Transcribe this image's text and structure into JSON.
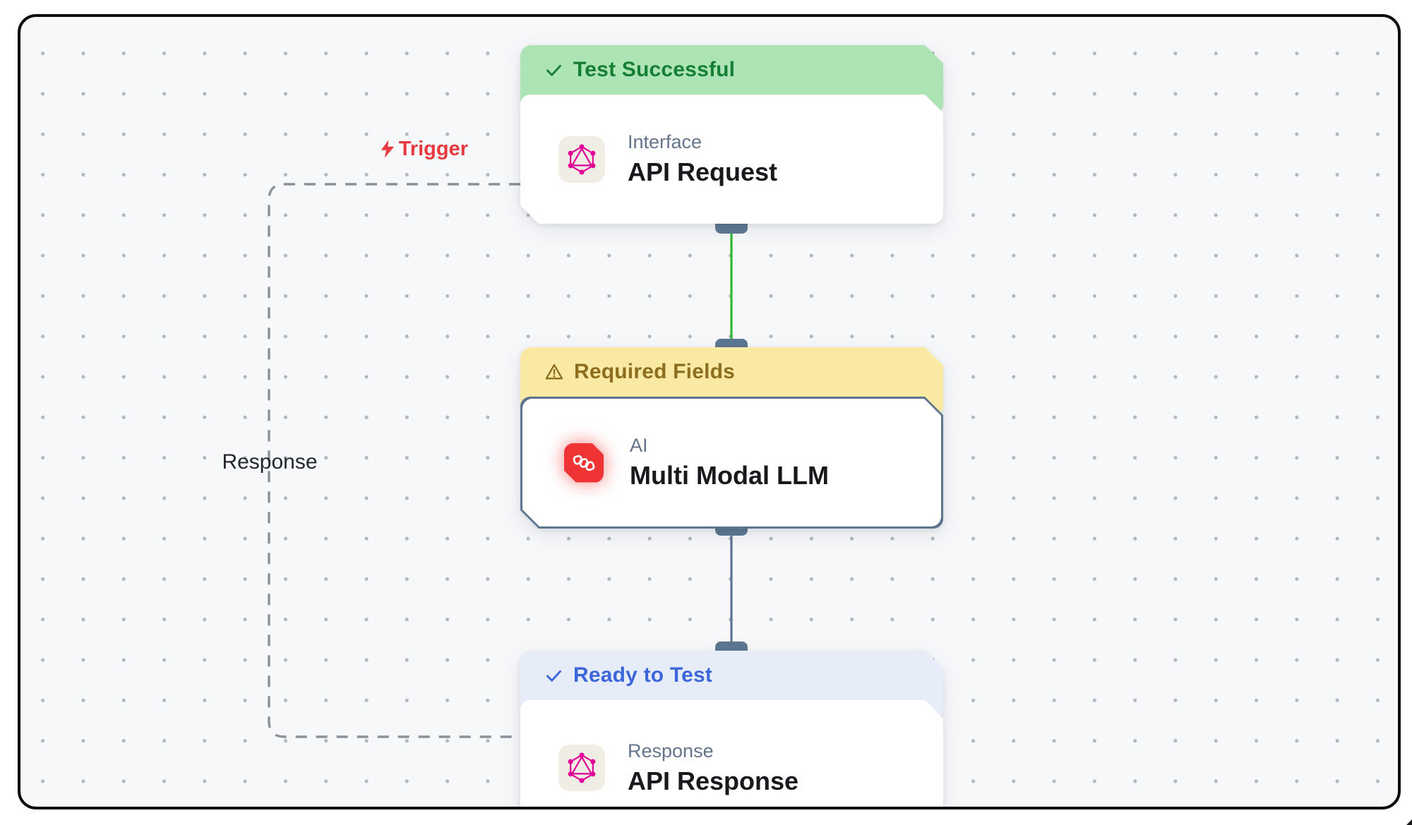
{
  "app": {
    "view": "workflow-canvas"
  },
  "canvas": {
    "background": "#f7f8fa",
    "dot_grid_color": "#b2b8c1",
    "frame_border_color": "#0d0d0d"
  },
  "edge_labels": {
    "trigger": "Trigger",
    "trigger_color": "#e53b40",
    "response": "Response",
    "response_color": "#24282e"
  },
  "nodes": [
    {
      "status_banner": {
        "label": "Test Successful",
        "state": "success",
        "icon": "check-icon",
        "bg_color": "#ace4b5",
        "text_color": "#157f35"
      },
      "category": "Interface",
      "title": "API Request",
      "icon": "graphql-icon"
    },
    {
      "status_banner": {
        "label": "Required Fields",
        "state": "warning",
        "icon": "warning-icon",
        "bg_color": "#fae9a2",
        "text_color": "#8d6e1e"
      },
      "category": "AI",
      "title": "Multi Modal LLM",
      "icon": "ai-chain-icon",
      "selected": true,
      "selection_border_color": "#5b7490"
    },
    {
      "status_banner": {
        "label": "Ready to Test",
        "state": "info",
        "icon": "check-icon",
        "bg_color": "#e7ecf9",
        "text_color": "#3c66d9"
      },
      "category": "Response",
      "title": "API Response",
      "icon": "graphql-icon"
    }
  ],
  "connections": [
    {
      "from": "API Request",
      "to": "Multi Modal LLM",
      "style": "solid",
      "color": "#2cb82f"
    },
    {
      "from": "Multi Modal LLM",
      "to": "API Response",
      "style": "solid",
      "color": "#5d7792"
    },
    {
      "from": "API Request",
      "to": "API Response",
      "style": "dashed",
      "color": "#8b9199",
      "label": "Response"
    }
  ],
  "port_color": "#5d7792"
}
